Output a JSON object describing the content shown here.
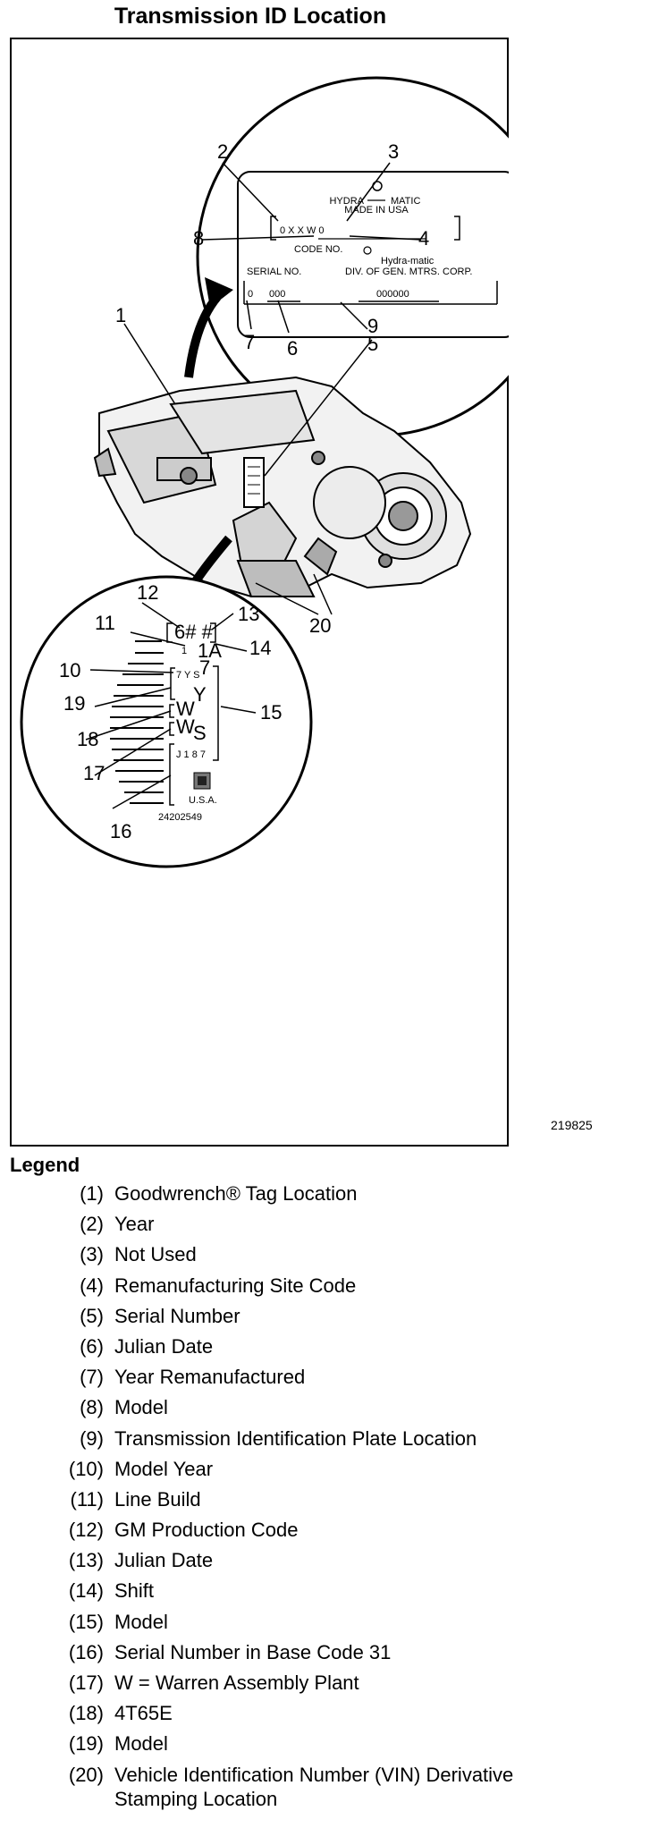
{
  "title": "Transmission ID Location",
  "figure_id": "219825",
  "callouts": [
    "1",
    "2",
    "3",
    "4",
    "5",
    "6",
    "7",
    "8",
    "9",
    "10",
    "11",
    "12",
    "13",
    "14",
    "15",
    "16",
    "17",
    "18",
    "19",
    "20"
  ],
  "plate_top": {
    "brand_left": "HYDRA",
    "brand_right": "MATIC",
    "made_in": "MADE IN USA",
    "model_line": "0 X X W    0",
    "code_no": "CODE NO.",
    "hydra_matic": "Hydra-matic",
    "serial_no": "SERIAL NO.",
    "division": "DIV. OF GEN. MTRS. CORP.",
    "serial_a": "0",
    "serial_b": "000",
    "serial_c": "000000"
  },
  "plate_bottom": {
    "code_6": "6# #",
    "code_1": "1",
    "code_1a": "1A",
    "code_7": "7",
    "code_7ys": "7 Y S",
    "big_y": "Y",
    "big_s": "S",
    "w1": "W",
    "w2": "W",
    "serial_vert": "J 1 8 7",
    "usa": "U.S.A.",
    "part_no": "24202549"
  },
  "legend": {
    "heading": "Legend",
    "items": [
      {
        "num": "(1)",
        "text": "Goodwrench® Tag Location"
      },
      {
        "num": "(2)",
        "text": "Year"
      },
      {
        "num": "(3)",
        "text": "Not Used"
      },
      {
        "num": "(4)",
        "text": "Remanufacturing Site Code"
      },
      {
        "num": "(5)",
        "text": "Serial Number"
      },
      {
        "num": "(6)",
        "text": "Julian Date"
      },
      {
        "num": "(7)",
        "text": "Year Remanufactured"
      },
      {
        "num": "(8)",
        "text": "Model"
      },
      {
        "num": "(9)",
        "text": "Transmission Identification Plate Location"
      },
      {
        "num": "(10)",
        "text": "Model Year"
      },
      {
        "num": "(11)",
        "text": "Line Build"
      },
      {
        "num": "(12)",
        "text": "GM Production Code"
      },
      {
        "num": "(13)",
        "text": "Julian Date"
      },
      {
        "num": "(14)",
        "text": "Shift"
      },
      {
        "num": "(15)",
        "text": "Model"
      },
      {
        "num": "(16)",
        "text": "Serial Number in Base Code 31"
      },
      {
        "num": "(17)",
        "text": "W = Warren Assembly Plant"
      },
      {
        "num": "(18)",
        "text": "4T65E"
      },
      {
        "num": "(19)",
        "text": "Model"
      },
      {
        "num": "(20)",
        "text": "Vehicle Identification Number (VIN) Derivative Stamping Location"
      }
    ]
  }
}
